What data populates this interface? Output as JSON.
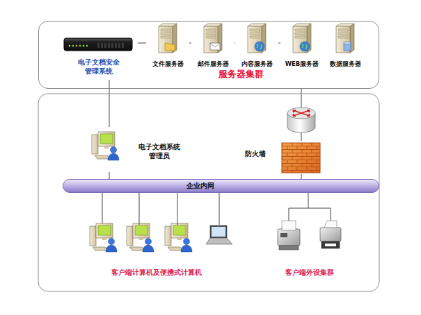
{
  "diagram": {
    "nodes": [
      {
        "text": [
          "服务器集群"
        ]
      },
      {
        "text": [
          "电子文档安全 管理系统"
        ],
        "in": 0
      },
      {
        "text": [
          "文件服务器"
        ],
        "in": 0
      },
      {
        "text": [
          "邮件服务器"
        ],
        "in": 0
      },
      {
        "text": [
          "内容服务器"
        ],
        "in": 0
      },
      {
        "text": [
          "WEB服务器"
        ],
        "in": 0
      },
      {
        "text": [
          "数据服务器"
        ],
        "in": 0
      },
      {
        "text": [
          "电子文档系统 管理员"
        ]
      },
      {
        "text": [
          "防火墙"
        ]
      },
      {
        "text": [
          "企业内网"
        ]
      },
      {
        "text": [
          "客户端计算机及便携式计算机"
        ]
      },
      {
        "text": [
          "客户端外设集群"
        ]
      }
    ],
    "edges": [
      {
        "from": 1,
        "to": 2,
        "arrow": "none"
      },
      {
        "from": 2,
        "to": 3,
        "arrow": "none"
      },
      {
        "from": 3,
        "to": 4,
        "arrow": "none"
      },
      {
        "from": 4,
        "to": 5,
        "arrow": "none"
      },
      {
        "from": 5,
        "to": 6,
        "arrow": "none"
      },
      {
        "from": 1,
        "to": 7,
        "arrow": "none"
      },
      {
        "from": 0,
        "to": 8,
        "arrow": "none"
      },
      {
        "from": 8,
        "to": 9,
        "arrow": "none"
      },
      {
        "from": 7,
        "to": 9,
        "arrow": "none"
      },
      {
        "from": 9,
        "to": 10,
        "arrow": "none"
      },
      {
        "from": 9,
        "to": 11,
        "arrow": "none"
      }
    ]
  }
}
